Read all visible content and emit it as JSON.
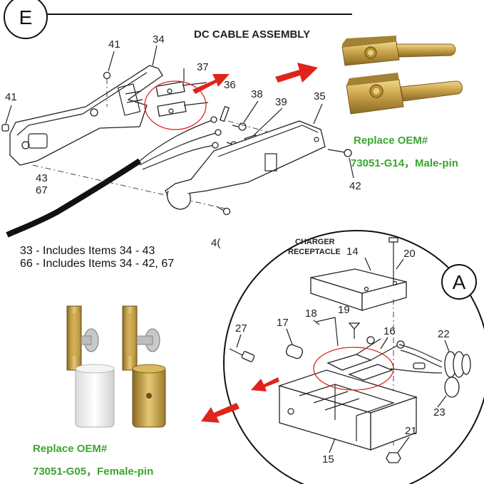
{
  "badges": {
    "section_e": "E",
    "section_a": "A"
  },
  "title": "DC CABLE ASSEMBLY",
  "part_labels": {
    "p41a": "41",
    "p34": "34",
    "p37": "37",
    "p36": "36",
    "p41b": "41",
    "p38": "38",
    "p39": "39",
    "p35": "35",
    "p42": "42",
    "p43": "43",
    "p67": "67",
    "p40": "4("
  },
  "includes": [
    "33 - Includes Items 34 - 43",
    "66 - Includes Items 34 - 42, 67"
  ],
  "male_pin": {
    "replace": "Replace OEM#",
    "oem": "73051-G14，Male-pin"
  },
  "female_pin": {
    "replace": "Replace OEM#",
    "oem": "73051-G05，Female-pin"
  },
  "receptacle": {
    "heading_line1": "CHARGER",
    "heading_line2": "RECEPTACLE",
    "labels": {
      "p14": "14",
      "p20": "20",
      "p19": "19",
      "p18": "18",
      "p17": "17",
      "p27": "27",
      "p16": "16",
      "p22": "22",
      "p23": "23",
      "p21": "21",
      "p15": "15"
    }
  },
  "colors": {
    "accent_red": "#e0231b",
    "brass": "#c9a24a",
    "label_green": "#3aa62e"
  }
}
